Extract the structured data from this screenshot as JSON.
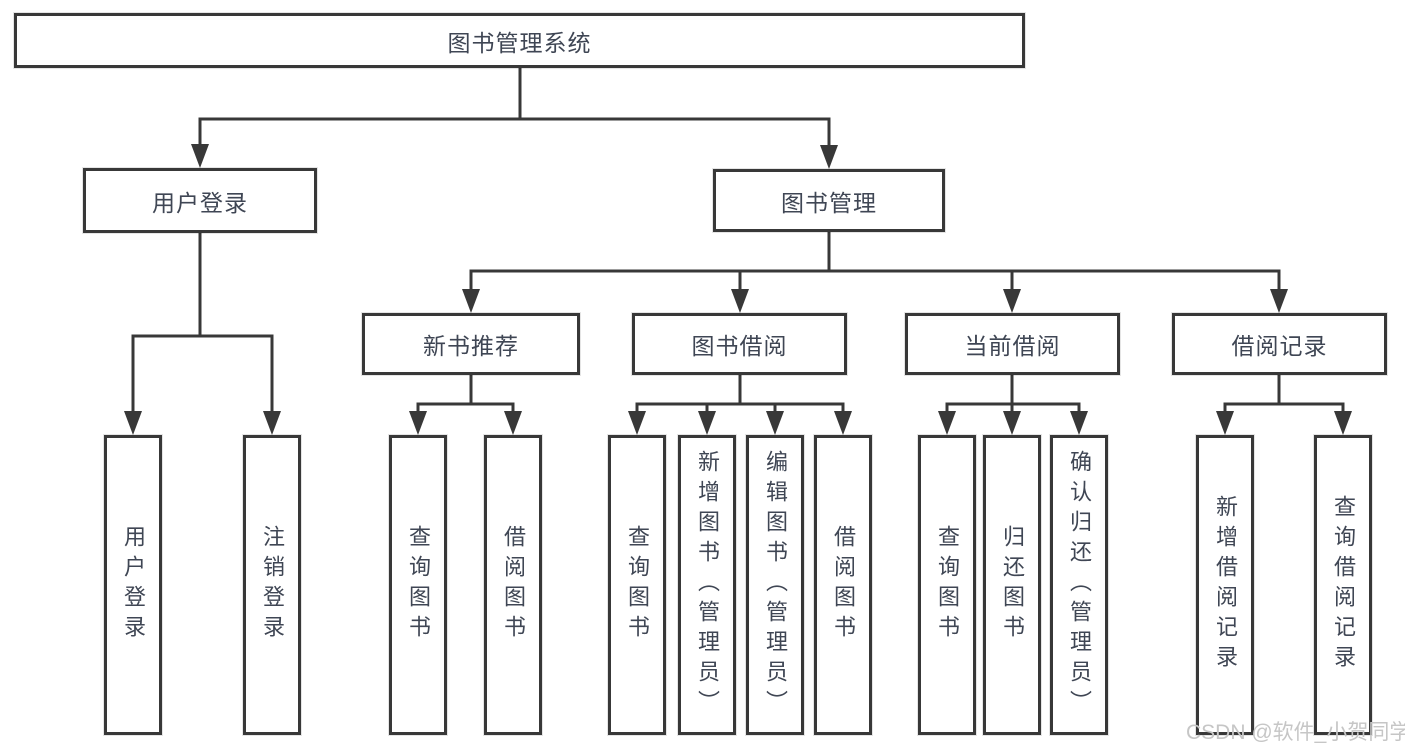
{
  "colors": {
    "line": "#383838",
    "text": "#3f4654",
    "wm": "#c6c6c6",
    "bg": "#ffffff"
  },
  "tree": {
    "label": "图书管理系统",
    "children": [
      {
        "label": "用户登录",
        "children": [
          {
            "label": "用户登录"
          },
          {
            "label": "注销登录"
          }
        ]
      },
      {
        "label": "图书管理",
        "children": [
          {
            "label": "新书推荐",
            "children": [
              {
                "label": "查询图书"
              },
              {
                "label": "借阅图书"
              }
            ]
          },
          {
            "label": "图书借阅",
            "children": [
              {
                "label": "查询图书"
              },
              {
                "label": "新增图书（管理员）"
              },
              {
                "label": "编辑图书（管理员）"
              },
              {
                "label": "借阅图书"
              }
            ]
          },
          {
            "label": "当前借阅",
            "children": [
              {
                "label": "查询图书"
              },
              {
                "label": "归还图书"
              },
              {
                "label": "确认归还（管理员）"
              }
            ]
          },
          {
            "label": "借阅记录",
            "children": [
              {
                "label": "新增借阅记录"
              },
              {
                "label": "查询借阅记录"
              }
            ]
          }
        ]
      }
    ]
  },
  "watermark": {
    "text": "CSDN @软件_小贺同学"
  }
}
